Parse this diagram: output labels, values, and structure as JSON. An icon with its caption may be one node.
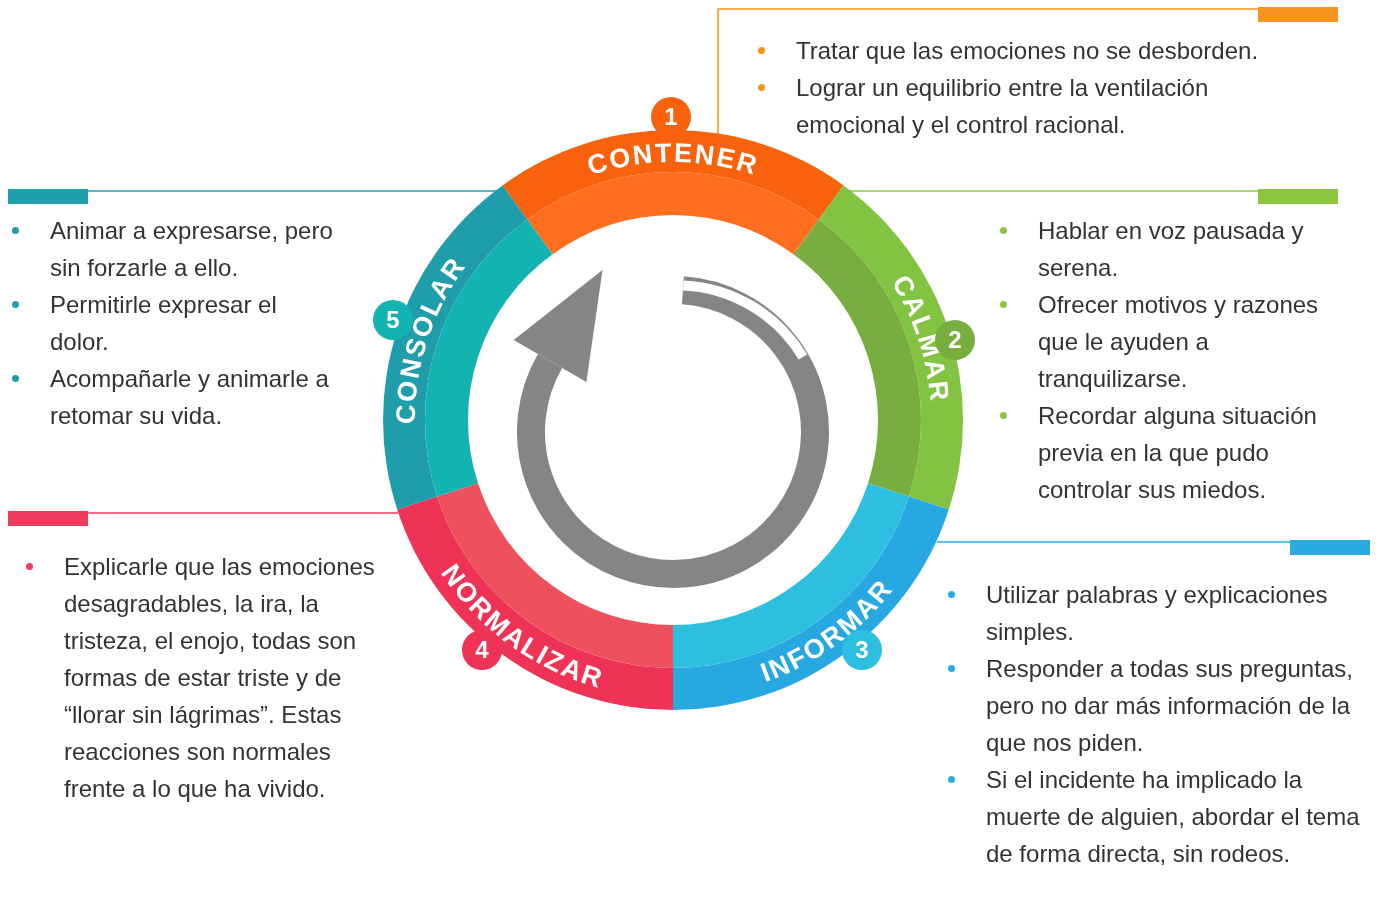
{
  "diagram": {
    "nodes": [
      {
        "text": [
          "CONTENER"
        ]
      },
      {
        "text": [
          "1"
        ]
      },
      {
        "text": [
          "CALMAR"
        ]
      },
      {
        "text": [
          "2"
        ]
      },
      {
        "text": [
          "INFORMAR"
        ]
      },
      {
        "text": [
          "3"
        ]
      },
      {
        "text": [
          "NORMALIZAR"
        ]
      },
      {
        "text": [
          "4"
        ]
      },
      {
        "text": [
          "CONSOLAR"
        ]
      },
      {
        "text": [
          "5"
        ]
      },
      {
        "text": [
          "Tratar que las emociones no se desborden.",
          "Lograr un equilibrio entre la ventilación emocional y el control racional."
        ]
      },
      {
        "text": [
          "Hablar en voz pausada y serena.",
          "Ofrecer motivos y razones que le ayuden a tranquilizarse.",
          "Recordar alguna situación previa en la que pudo controlar sus miedos."
        ]
      },
      {
        "text": [
          "Utilizar palabras y explicaciones simples.",
          "Responder a todas sus preguntas, pero no dar más información de la que nos piden.",
          "Si el incidente ha implicado la muerte de alguien, abordar el tema de forma directa, sin rodeos."
        ]
      },
      {
        "text": [
          "Explicarle que las emociones desagradables, la ira, la tristeza, el enojo, todas son formas de estar triste y de “llorar sin lágrimas”. Estas reacciones son normales frente a lo que ha vivido."
        ]
      },
      {
        "text": [
          "Animar a expresarse, pero sin forzarle a ello.",
          "Permitirle expresar el dolor.",
          "Acompañarle y animarle a retomar su vida."
        ]
      }
    ],
    "edges": [
      {
        "from": 0,
        "to": 10,
        "arrow": "none",
        "color": "#f7941d"
      },
      {
        "from": 2,
        "to": 11,
        "arrow": "none",
        "color": "#8dc63f"
      },
      {
        "from": 4,
        "to": 12,
        "arrow": "none",
        "color": "#29abe2"
      },
      {
        "from": 6,
        "to": 13,
        "arrow": "none",
        "color": "#ef3a5d"
      },
      {
        "from": 8,
        "to": 14,
        "arrow": "none",
        "color": "#1f9fab"
      }
    ]
  }
}
